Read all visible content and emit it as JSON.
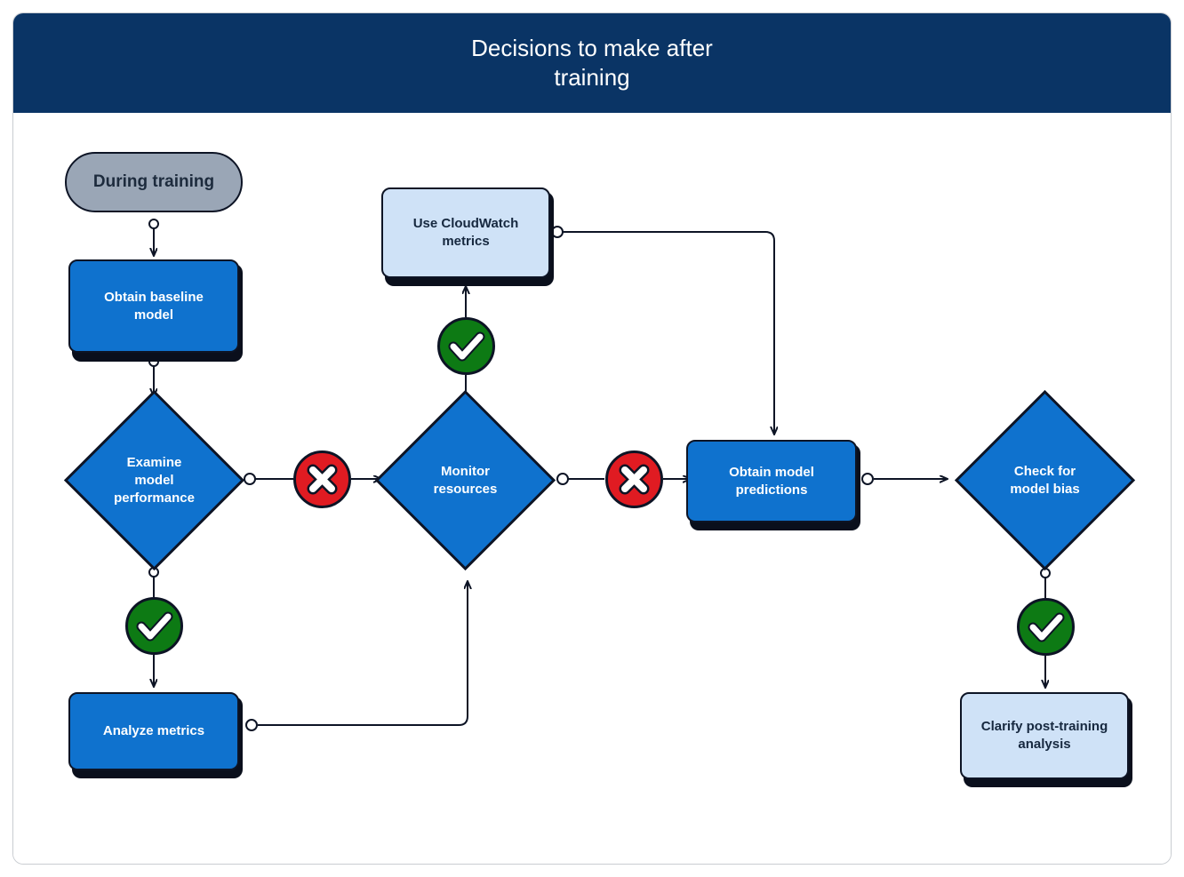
{
  "header": {
    "title": "Decisions to make after\ntraining"
  },
  "theme": {
    "header_bg": "#0a3465",
    "process_blue": "#0f72ce",
    "light_blue": "#cfe2f7",
    "start_gray": "#9aa6b6",
    "ok_green": "#0d7a14",
    "no_red": "#e01b22",
    "stroke": "#0d1425",
    "card_border": "#c9ccd1"
  },
  "nodes": [
    {
      "id": "during-training",
      "label": "During training",
      "type": "start"
    },
    {
      "id": "obtain-baseline",
      "label": "Obtain baseline\nmodel",
      "type": "process"
    },
    {
      "id": "examine-perf",
      "label": "Examine\nmodel\nperformance",
      "type": "decision"
    },
    {
      "id": "analyze-metrics",
      "label": "Analyze metrics",
      "type": "process"
    },
    {
      "id": "use-cloudwatch",
      "label": "Use CloudWatch\nmetrics",
      "type": "light"
    },
    {
      "id": "monitor-res",
      "label": "Monitor\nresources",
      "type": "decision"
    },
    {
      "id": "obtain-pred",
      "label": "Obtain model\npredictions",
      "type": "process"
    },
    {
      "id": "check-bias",
      "label": "Check for\nmodel bias",
      "type": "decision"
    },
    {
      "id": "clarify-post",
      "label": "Clarify post-training\nanalysis",
      "type": "light"
    }
  ],
  "badges": [
    {
      "id": "badge-examine-yes",
      "icon": "check-icon",
      "result": "yes"
    },
    {
      "id": "badge-examine-no",
      "icon": "cross-icon",
      "result": "no"
    },
    {
      "id": "badge-monitor-yes",
      "icon": "check-icon",
      "result": "yes"
    },
    {
      "id": "badge-monitor-no",
      "icon": "cross-icon",
      "result": "no"
    },
    {
      "id": "badge-bias-yes",
      "icon": "check-icon",
      "result": "yes"
    }
  ],
  "edges": [
    {
      "from": "during-training",
      "to": "obtain-baseline"
    },
    {
      "from": "obtain-baseline",
      "to": "examine-perf"
    },
    {
      "from": "examine-perf",
      "to": "analyze-metrics",
      "via": "badge-examine-yes"
    },
    {
      "from": "examine-perf",
      "to": "monitor-res",
      "via": "badge-examine-no"
    },
    {
      "from": "analyze-metrics",
      "to": "monitor-res"
    },
    {
      "from": "monitor-res",
      "to": "use-cloudwatch",
      "via": "badge-monitor-yes"
    },
    {
      "from": "monitor-res",
      "to": "obtain-pred",
      "via": "badge-monitor-no"
    },
    {
      "from": "use-cloudwatch",
      "to": "obtain-pred"
    },
    {
      "from": "obtain-pred",
      "to": "check-bias"
    },
    {
      "from": "check-bias",
      "to": "clarify-post",
      "via": "badge-bias-yes"
    }
  ]
}
